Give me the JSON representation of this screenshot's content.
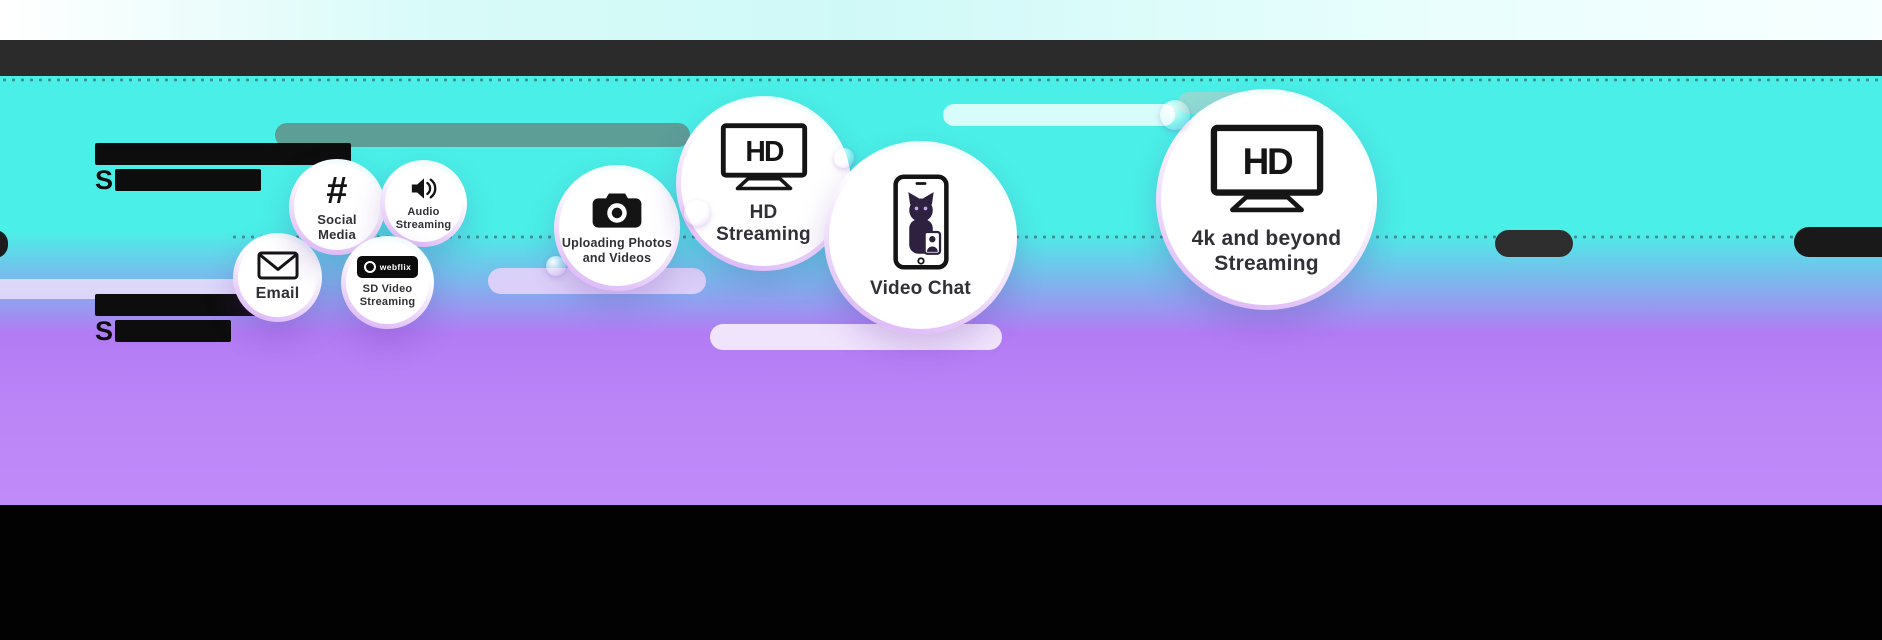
{
  "colors": {
    "background_cyan": "#4AF0E7",
    "background_purple": "#BB84F7",
    "top_bar": "#2B2B2B",
    "bottom_bar": "#000000",
    "label_text": "#303036"
  },
  "redacted_text": {
    "block1_letter": "S",
    "block2_letter": "S"
  },
  "bubbles": [
    {
      "id": "email",
      "label": "Email",
      "icon": "envelope-icon"
    },
    {
      "id": "social-media",
      "label": "Social Media",
      "icon": "hashtag-icon",
      "glyph": "#"
    },
    {
      "id": "audio-streaming",
      "label": "Audio Streaming",
      "icon": "speaker-icon"
    },
    {
      "id": "sd-video-streaming",
      "label": "SD Video Streaming",
      "icon": "webflix-badge",
      "badge_text": "webflix"
    },
    {
      "id": "uploading-photos-videos",
      "label": "Uploading Photos and Videos",
      "icon": "camera-icon"
    },
    {
      "id": "hd-streaming",
      "label": "HD Streaming",
      "icon": "tv-hd-icon",
      "screen_text": "HD"
    },
    {
      "id": "video-chat",
      "label": "Video Chat",
      "icon": "phone-cat-icon"
    },
    {
      "id": "4k-streaming",
      "label": "4k and beyond Streaming",
      "icon": "tv-hd-icon",
      "screen_text": "HD"
    }
  ]
}
